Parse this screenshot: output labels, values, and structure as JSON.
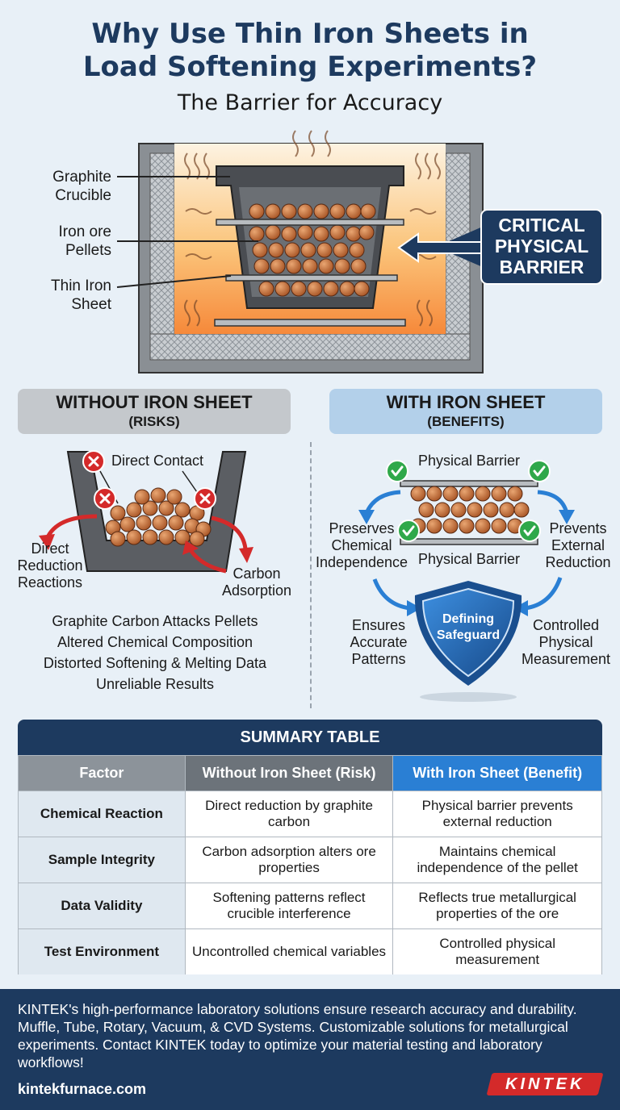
{
  "header": {
    "title_line1": "Why Use Thin Iron Sheets in",
    "title_line2": "Load Softening Experiments?",
    "subtitle": "The Barrier for Accuracy"
  },
  "furnace": {
    "label_crucible_1": "Graphite",
    "label_crucible_2": "Crucible",
    "label_pellets_1": "Iron ore",
    "label_pellets_2": "Pellets",
    "label_sheet_1": "Thin Iron",
    "label_sheet_2": "Sheet",
    "callout_1": "CRITICAL",
    "callout_2": "PHYSICAL",
    "callout_3": "BARRIER"
  },
  "without": {
    "heading": "WITHOUT IRON SHEET",
    "sub": "(RISKS)",
    "direct_contact": "Direct Contact",
    "direct_1": "Direct",
    "direct_2": "Reduction",
    "direct_3": "Reactions",
    "carbon_1": "Carbon",
    "carbon_2": "Adsorption",
    "risks": [
      "Graphite Carbon Attacks Pellets",
      "Altered Chemical Composition",
      "Distorted Softening & Melting Data",
      "Unreliable Results"
    ]
  },
  "with": {
    "heading": "WITH IRON SHEET",
    "sub": "(BENEFITS)",
    "barrier_top": "Physical Barrier",
    "barrier_bottom": "Physical Barrier",
    "preserves_1": "Preserves",
    "preserves_2": "Chemical",
    "preserves_3": "Independence",
    "prevents_1": "Prevents",
    "prevents_2": "External",
    "prevents_3": "Reduction",
    "ensures_1": "Ensures",
    "ensures_2": "Accurate",
    "ensures_3": "Patterns",
    "controlled_1": "Controlled",
    "controlled_2": "Physical",
    "controlled_3": "Measurement",
    "shield_1": "Defining",
    "shield_2": "Safeguard"
  },
  "table": {
    "title": "SUMMARY TABLE",
    "headers": [
      "Factor",
      "Without Iron Sheet (Risk)",
      "With Iron Sheet (Benefit)"
    ],
    "rows": [
      [
        "Chemical Reaction",
        "Direct reduction by graphite carbon",
        "Physical barrier prevents external reduction"
      ],
      [
        "Sample Integrity",
        "Carbon adsorption alters ore properties",
        "Maintains chemical independence of the pellet"
      ],
      [
        "Data Validity",
        "Softening patterns reflect crucible interference",
        "Reflects true metallurgical properties of the ore"
      ],
      [
        "Test Environment",
        "Uncontrolled chemical variables",
        "Controlled physical measurement"
      ]
    ]
  },
  "footer": {
    "text": "KINTEK's high-performance laboratory solutions ensure research accuracy and durability. Muffle, Tube, Rotary, Vacuum, & CVD Systems. Customizable solutions for metallurgical experiments. Contact KINTEK today to optimize your material testing and laboratory workflows!",
    "url": "kintekfurnace.com",
    "brand": "KINTEK"
  },
  "colors": {
    "navy": "#1d3a5f",
    "accent_blue": "#2a7fd4",
    "pellet": "#c8703a",
    "risk_red": "#d42a2a",
    "ok_green": "#2fa84a"
  }
}
